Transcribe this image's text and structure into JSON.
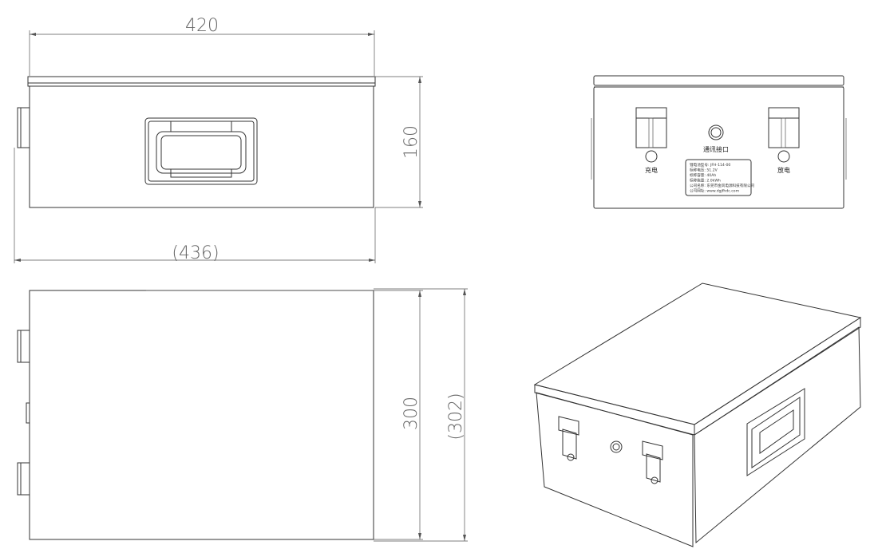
{
  "dimensions": {
    "front_width": "420",
    "front_height": "160",
    "overall_width": "(436)",
    "top_depth": "300",
    "overall_depth": "(302)"
  },
  "end_view": {
    "charge_label": "充电",
    "discharge_label": "放电",
    "comm_port_label": "通讯接口",
    "nameplate": [
      "锂电池型号:  JFH-114-00",
      "标称电压:    51.2V",
      "标称容量:    40Ah",
      "标称能量:    2.0kWh",
      "公司名称:  东莞市金风电源科技有限公司",
      "公司网址:  www.dgjfhdc.com"
    ]
  }
}
